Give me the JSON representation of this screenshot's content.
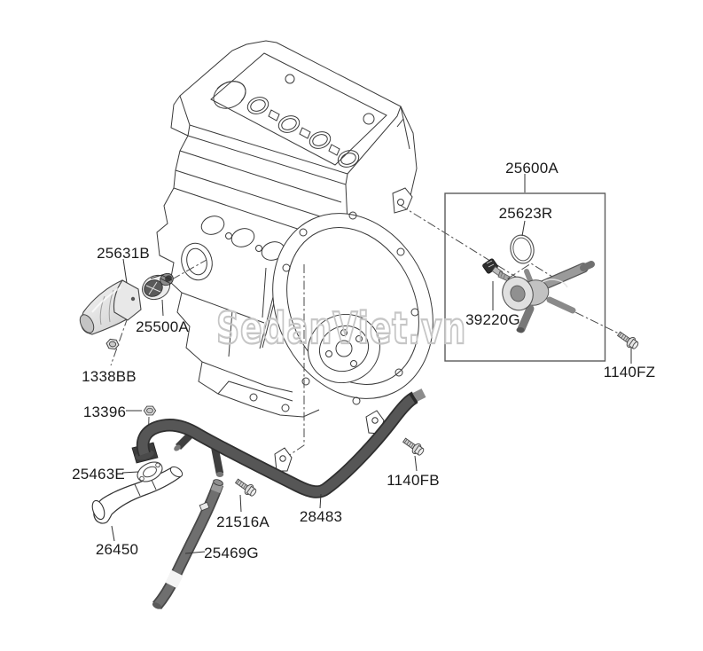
{
  "diagram_type": "parts-diagram",
  "watermark": {
    "text": "SedanViet.vn",
    "color": "#c6c6c6"
  },
  "colors": {
    "line": "#3a3a3a",
    "pipe": "#2f2f2f",
    "hose": "#474747",
    "label_text": "#1a1a1a",
    "background": "#ffffff"
  },
  "parts": {
    "water_outlet": {
      "label": "25631B"
    },
    "thermostat": {
      "label": "25500A"
    },
    "outlet_nut": {
      "label": "1338BB"
    },
    "pipe_nut": {
      "label": "13396"
    },
    "gasket": {
      "label": "25463E"
    },
    "lower_hose": {
      "label": "26450"
    },
    "heater_hose": {
      "label": "25469G"
    },
    "pipe_bolt": {
      "label": "21516A"
    },
    "coolant_pipe": {
      "label": "28483"
    },
    "bracket_bolt": {
      "label": "1140FB"
    },
    "control_assy": {
      "label": "25600A"
    },
    "oring": {
      "label": "25623R"
    },
    "temp_sensor": {
      "label": "39220G"
    },
    "assy_bolt": {
      "label": "1140FZ"
    }
  }
}
